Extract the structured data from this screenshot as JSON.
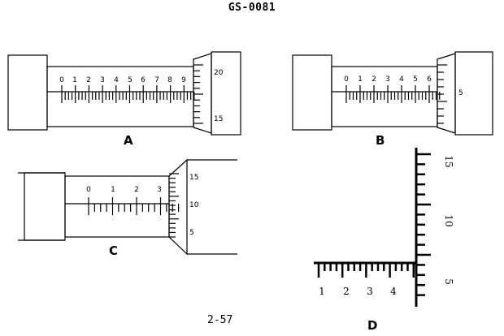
{
  "document_id": "GS-0081",
  "page_number": "2-57",
  "figures": {
    "A": {
      "letter": "A",
      "sleeve_numbers": [
        "0",
        "1",
        "2",
        "3",
        "4",
        "5",
        "6",
        "7",
        "8",
        "9"
      ],
      "thimble_numbers": [
        "20",
        "15"
      ]
    },
    "B": {
      "letter": "B",
      "sleeve_numbers": [
        "0",
        "1",
        "2",
        "3",
        "4",
        "5",
        "6"
      ],
      "thimble_numbers": [
        "5"
      ]
    },
    "C": {
      "letter": "C",
      "sleeve_numbers": [
        "0",
        "1",
        "2",
        "3"
      ],
      "thimble_numbers": [
        "15",
        "10",
        "5"
      ]
    },
    "D": {
      "letter": "D",
      "horizontal_numbers": [
        "1",
        "2",
        "3",
        "4"
      ],
      "vertical_numbers": [
        "15",
        "10",
        "5"
      ]
    }
  }
}
